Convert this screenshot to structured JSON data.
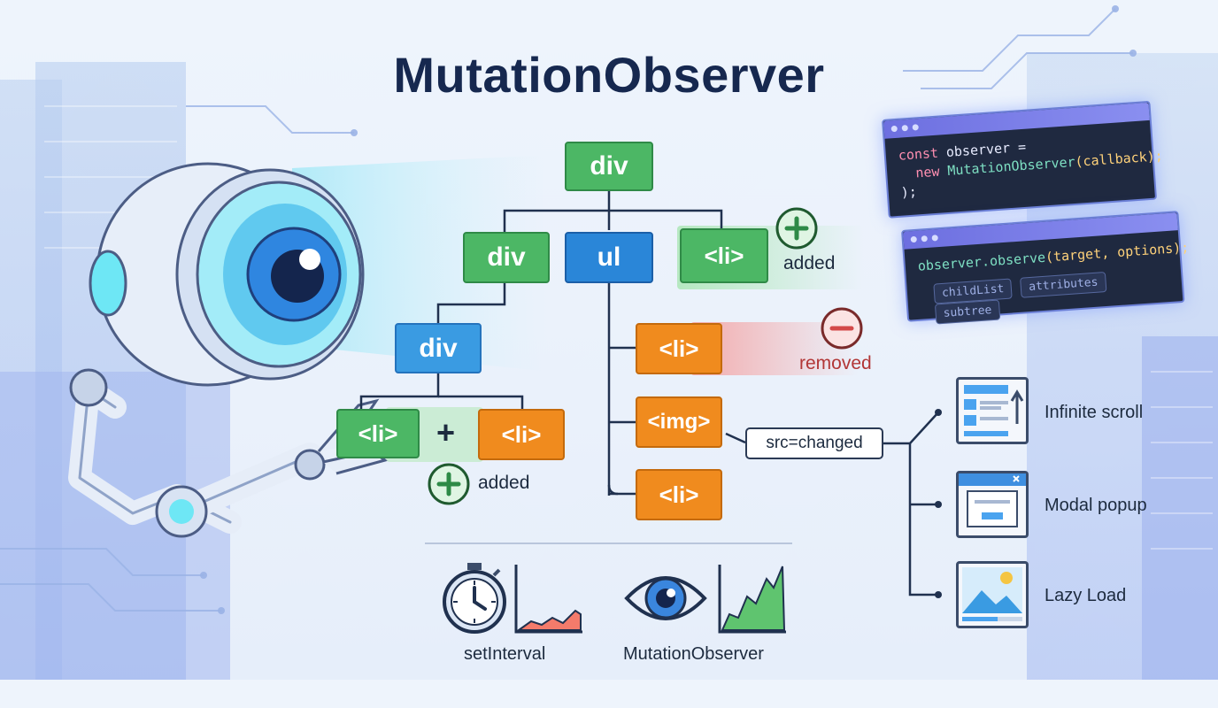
{
  "title": "MutationObserver",
  "tree": {
    "root": "div",
    "left_div": "div",
    "ul": "ul",
    "added_li": "<li>",
    "inner_div": "div",
    "child_li_1": "<li>",
    "child_li_2": "<li>",
    "removed_li": "<li>",
    "img": "<img>",
    "bottom_li": "<li>",
    "plus_symbol": "+"
  },
  "labels": {
    "added_top": "added",
    "removed": "removed",
    "added_bottom": "added",
    "src_changed": "src=changed"
  },
  "code": {
    "line1_kw": "const",
    "line1_rest": " observer =",
    "line2_kw": "new",
    "line2_fn": " MutationObserver",
    "line2_rest": "(callback);",
    "line3": ");",
    "observe_fn": "observer.observe",
    "observe_args": "(target, options);",
    "chips": [
      "childList",
      "attributes",
      "subtree"
    ]
  },
  "use_cases": [
    {
      "label": "Infinite scroll",
      "icon": "infinite-scroll-icon"
    },
    {
      "label": "Modal popup",
      "icon": "modal-popup-icon"
    },
    {
      "label": "Lazy Load",
      "icon": "lazy-load-icon"
    }
  ],
  "comparison": [
    {
      "label": "setInterval",
      "icon": "stopwatch-icon",
      "trend": "flat-low"
    },
    {
      "label": "MutationObserver",
      "icon": "eye-icon",
      "trend": "rising"
    }
  ],
  "colors": {
    "green": "#4cb765",
    "blue": "#2a86d8",
    "orange": "#f08b1e",
    "removed_red": "#e45d5d",
    "title": "#16284f"
  }
}
